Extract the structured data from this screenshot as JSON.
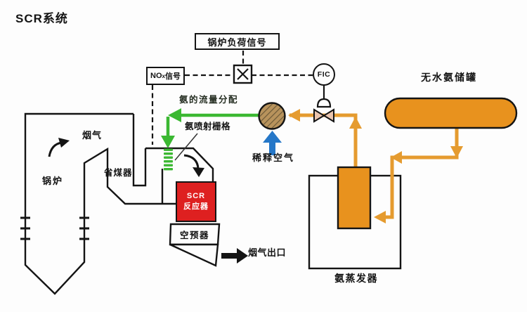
{
  "title": "SCR系统",
  "control_signals": {
    "boiler_load": "锅炉负荷信号",
    "nox_prefix": "NO",
    "nox_sub": "x",
    "nox_suffix": "信号",
    "flow_controller": "FIC"
  },
  "labels": {
    "flue_gas": "烟气",
    "boiler": "锅炉",
    "economizer": "省煤器",
    "ammonia_flow_distribution": "氨的流量分配",
    "ammonia_injection_grid": "氨喷射栅格",
    "scr_reactor_line1": "SCR",
    "scr_reactor_line2": "反应器",
    "air_preheater": "空预器",
    "flue_gas_outlet": "烟气出口",
    "dilution_air": "稀释空气",
    "anhydrous_ammonia_tank": "无水氨储罐",
    "ammonia_evaporator": "氨蒸发器"
  },
  "icons": {
    "multiplier_icon": "boxed ×",
    "fic_instrument_icon": "circle with FIC tag",
    "control_valve_icon": "bowtie valve with dome actuator",
    "static_mixer_icon": "hatched circle",
    "flow_arrow_icon": "solid triangular arrowheads"
  },
  "colors": {
    "equipment_orange": "#E8921E",
    "pipe_orange": "#E59B2F",
    "scr_red": "#DE2020",
    "ammonia_green": "#3BB832",
    "dilution_blue": "#2577C8",
    "line_black": "#141414",
    "mixer_tan": "#B8935C",
    "valve_pink": "#EAC4AE"
  }
}
